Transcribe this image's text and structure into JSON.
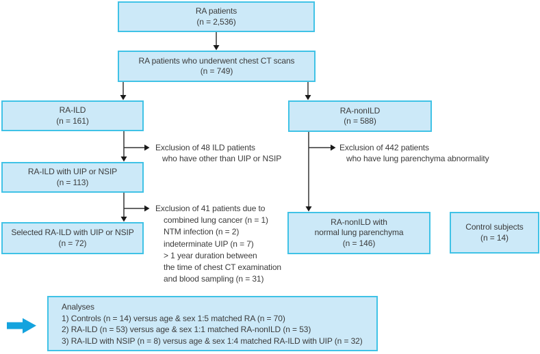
{
  "colors": {
    "box_fill": "#cce9f8",
    "box_border": "#3fc2e6",
    "connector": "#333333",
    "highlight_arrow": "#14a3de",
    "text": "#3a3a3a"
  },
  "boxes": {
    "ra_patients": {
      "lines": [
        "RA patients",
        "(n = 2,536)"
      ]
    },
    "ra_ct": {
      "lines": [
        "RA patients who underwent chest CT scans",
        "(n = 749)"
      ]
    },
    "ra_ild": {
      "lines": [
        "RA-ILD",
        "(n = 161)"
      ]
    },
    "ra_nonild": {
      "lines": [
        "RA-nonILD",
        "(n = 588)"
      ]
    },
    "ra_ild_uip_nsip": {
      "lines": [
        "RA-ILD with UIP or NSIP",
        "(n = 113)"
      ]
    },
    "selected_ra_ild": {
      "lines": [
        "Selected RA-ILD with UIP or NSIP",
        "(n = 72)"
      ]
    },
    "ra_nonild_normal": {
      "lines": [
        "RA-nonILD with",
        "normal lung parenchyma",
        "(n = 146)"
      ]
    },
    "controls": {
      "lines": [
        "Control subjects",
        "(n = 14)"
      ]
    }
  },
  "exclusions": {
    "ild": {
      "lines": [
        "Exclusion of 48 ILD patients",
        "who have other than UIP or NSIP"
      ]
    },
    "nonild": {
      "lines": [
        "Exclusion of 442 patients",
        "who have lung parenchyma abnormality"
      ]
    },
    "selected": {
      "lines": [
        "Exclusion of 41 patients due to",
        "combined lung cancer (n = 1)",
        "NTM infection (n = 2)",
        "indeterminate UIP (n = 7)",
        "> 1 year duration between",
        "the time of chest CT examination",
        "and blood sampling (n = 31)"
      ]
    }
  },
  "analyses": {
    "title": "Analyses",
    "items": [
      "1) Controls (n = 14) versus age & sex 1:5 matched RA (n = 70)",
      "2) RA-ILD (n = 53) versus age & sex 1:1 matched RA-nonILD (n = 53)",
      "3) RA-ILD with NSIP (n = 8) versus age & sex 1:4 matched RA-ILD with UIP (n = 32)"
    ]
  }
}
